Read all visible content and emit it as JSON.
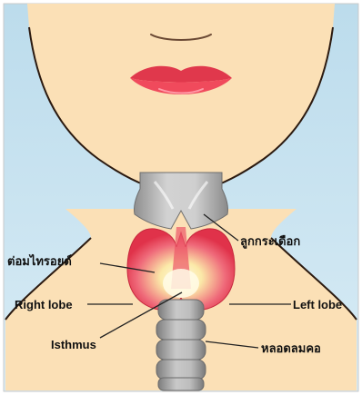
{
  "labels": {
    "thyroid_gland": "ต่อมไทรอยด์",
    "adams_apple": "ลูกกระเดือก",
    "right_lobe": "Right lobe",
    "left_lobe": "Left lobe",
    "isthmus": "Isthmus",
    "trachea": "หลอดลมคอ"
  },
  "colors": {
    "background": "#b7d8ea",
    "skin": "#fbe0b6",
    "skin_outline": "#2b1a10",
    "lips": "#e23a4e",
    "cartilage": "#b3b3b3",
    "thyroid": "#e8344d",
    "thyroid_glow": "#fff6c8"
  }
}
